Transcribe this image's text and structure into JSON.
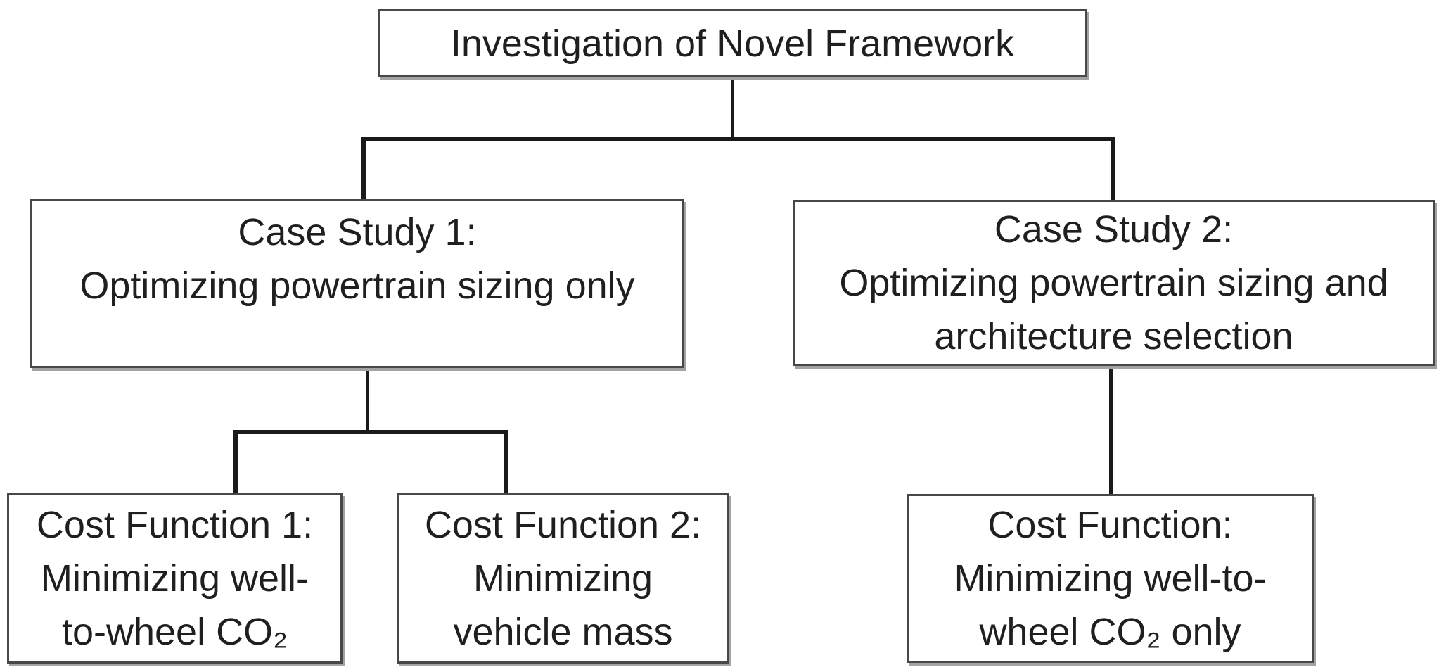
{
  "diagram": {
    "type": "flowchart",
    "background_color": "#ffffff",
    "line_color": "#1a1a1a",
    "box_border_color": "#48484a",
    "box_shadow_color": "#a3a3a6",
    "text_color": "#1f1f1f",
    "nodes": {
      "root": {
        "lines": [
          "Investigation of Novel Framework"
        ]
      },
      "case_study_1": {
        "lines": [
          "Case Study 1:",
          "Optimizing powertrain sizing only"
        ]
      },
      "case_study_2": {
        "lines": [
          "Case Study 2:",
          "Optimizing powertrain sizing and",
          "architecture selection"
        ]
      },
      "cost_function_1": {
        "lines": [
          "Cost Function 1:",
          "Minimizing well-",
          "to-wheel CO₂"
        ]
      },
      "cost_function_2": {
        "lines": [
          "Cost Function 2:",
          "Minimizing",
          "vehicle mass"
        ]
      },
      "cost_function_single": {
        "lines": [
          "Cost Function:",
          "Minimizing well-to-",
          "wheel CO₂ only"
        ]
      }
    },
    "edges": [
      {
        "from": "root",
        "to": "case_study_1"
      },
      {
        "from": "root",
        "to": "case_study_2"
      },
      {
        "from": "case_study_1",
        "to": "cost_function_1"
      },
      {
        "from": "case_study_1",
        "to": "cost_function_2"
      },
      {
        "from": "case_study_2",
        "to": "cost_function_single"
      }
    ]
  }
}
